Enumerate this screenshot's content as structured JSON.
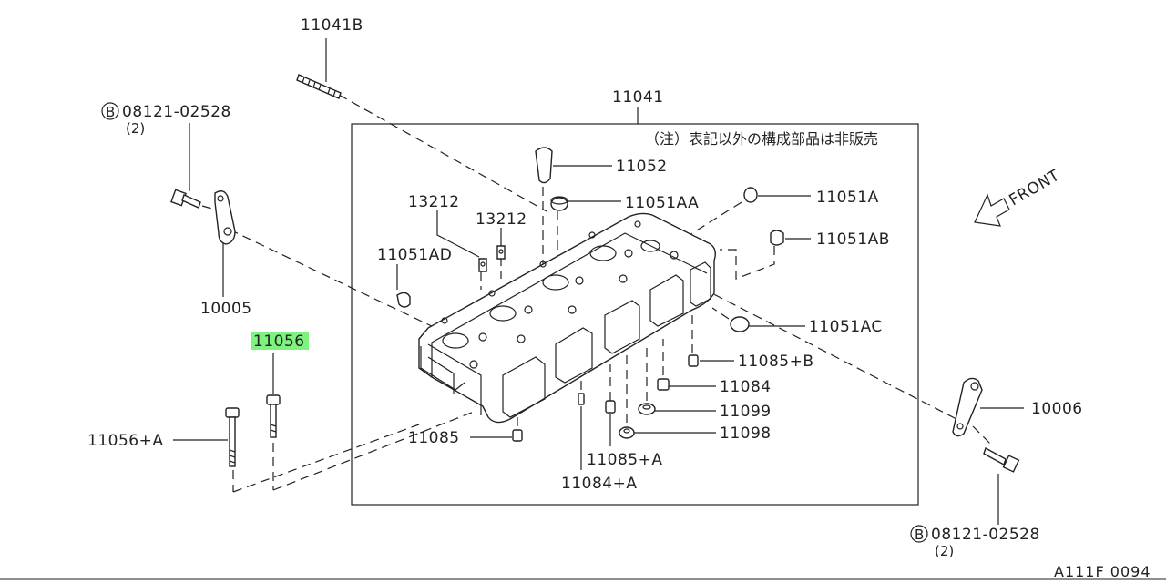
{
  "diagram": {
    "note": "（注）表記以外の構成部品は非販売",
    "front_label": "FRONT",
    "diagram_code": "A111F 0094",
    "bolt_prefix_symbol": "B",
    "highlight_color": "#7ef27e",
    "labels": {
      "p11041B": "11041B",
      "p11041": "11041",
      "p08121_top": "08121-02528",
      "p08121_top_qty": "(2)",
      "p08121_bot": "08121-02528",
      "p08121_bot_qty": "(2)",
      "p11052": "11052",
      "p11051AA": "11051AA",
      "p11051A": "11051A",
      "p11051AB": "11051AB",
      "p13212a": "13212",
      "p13212b": "13212",
      "p11051AD": "11051AD",
      "p10005": "10005",
      "p11056": "11056",
      "p11056A": "11056+A",
      "p11051AC": "11051AC",
      "p11085B": "11085+B",
      "p11084": "11084",
      "p11099": "11099",
      "p11098": "11098",
      "p11085": "11085",
      "p11085A": "11085+A",
      "p11084A": "11084+A",
      "p10006": "10006"
    }
  }
}
